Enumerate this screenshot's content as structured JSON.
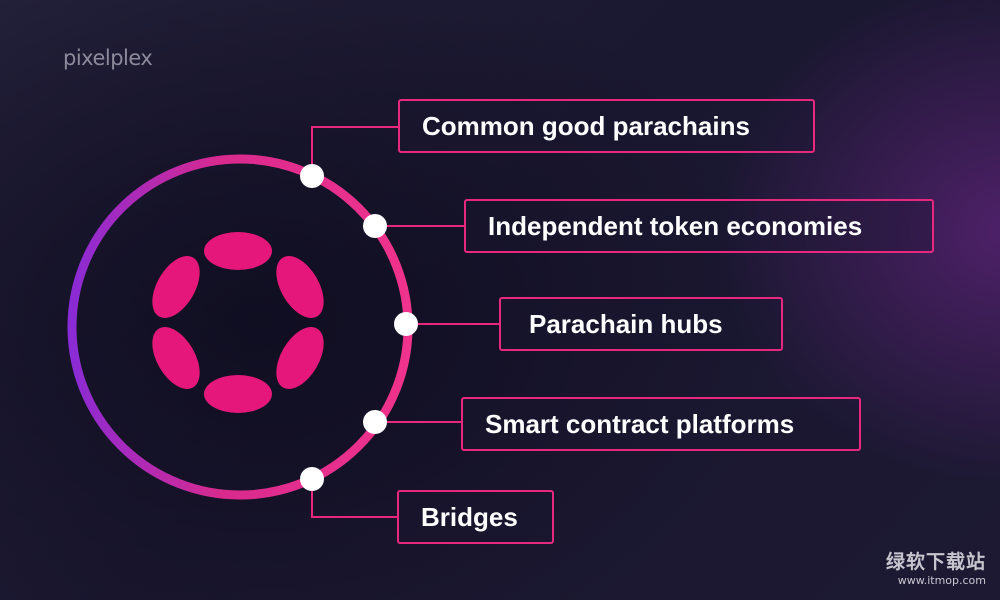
{
  "brand": {
    "logo_text": "pixelplex"
  },
  "labels": [
    "Common good parachains",
    "Independent token economies",
    "Parachain hubs",
    "Smart contract platforms",
    "Bridges"
  ],
  "colors": {
    "accent": "#e8287f",
    "ring_start": "#8a2bd6",
    "ring_end": "#f0338c",
    "node": "#ffffff",
    "text": "#ffffff",
    "logo": "#8d8a9b"
  },
  "icons": {
    "center": "polkadot-logo-icon"
  },
  "watermark": {
    "title": "绿软下载站",
    "url": "www.itmop.com"
  }
}
